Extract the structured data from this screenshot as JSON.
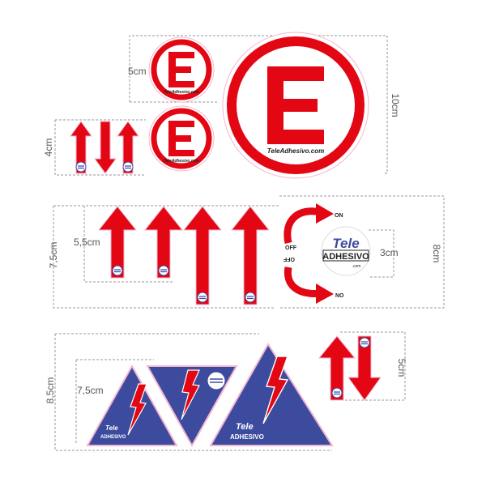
{
  "colors": {
    "red": "#e30613",
    "blue": "#3d4b9e",
    "dimension_line": "#999999",
    "dimension_text": "#555555",
    "cut_outline": "#f3b6d0"
  },
  "dimensions": {
    "e_small": "5cm",
    "e_large": "10cm",
    "arrows_small": "4cm",
    "arrows_medium_width": "7,5cm",
    "arrows_medium_height": "5,5cm",
    "on_off": "8cm",
    "logo_badge": "3cm",
    "triangles_height": "8,5cm",
    "triangles_width": "7,5cm",
    "double_arrow": "5cm"
  },
  "stickers": {
    "e_letter": "E",
    "e_caption": "TeleAdhesivo.com",
    "on_label": "ON",
    "off_label": "OFF",
    "no_label": "NO",
    "logo_top": "Tele",
    "logo_bottom": "ADHESIVO",
    "logo_small": ".com"
  }
}
